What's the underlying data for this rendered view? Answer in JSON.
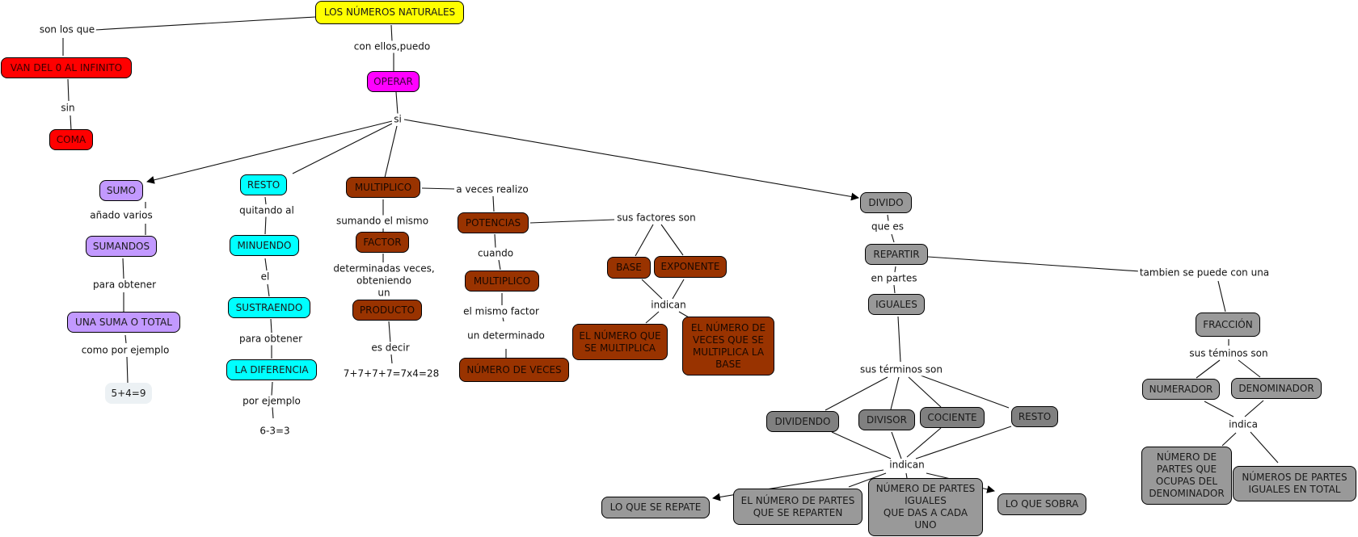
{
  "title": "LOS NÚMEROS NATURALES",
  "colors": {
    "root": "#ffff00",
    "definition": "#ff0000",
    "operate": "#ff00ff",
    "sum": "#c299ff",
    "subtract": "#00ffff",
    "multiply": "#993300",
    "divide": "#999999",
    "example": "#ecf1f4"
  },
  "concepts": {
    "root": "LOS NÚMEROS NATURALES",
    "van": "VAN DEL 0 AL INFINITO",
    "coma": "COMA",
    "operar": "OPERAR",
    "sumo": "SUMO",
    "sumandos": "SUMANDOS",
    "suma_total": "UNA SUMA O TOTAL",
    "ej_suma": "5+4=9",
    "resto": "RESTO",
    "minuendo": "MINUENDO",
    "sustraendo": "SUSTRAENDO",
    "diferencia": "LA DIFERENCIA",
    "multiplico": "MULTIPLICO",
    "factor": "FACTOR",
    "producto": "PRODUCTO",
    "potencias": "POTENCIAS",
    "multiplico2": "MULTIPLICO",
    "num_veces": "NÚMERO DE VECES",
    "base": "BASE",
    "exponente": "EXPONENTE",
    "el_numero": "EL NÚMERO QUE\nSE MULTIPLICA",
    "el_num_veces": "EL NÚMERO DE\nVECES QUE SE\nMULTIPLICA LA\nBASE",
    "divido": "DIVIDO",
    "repartir": "REPARTIR",
    "iguales": "IGUALES",
    "dividendo": "DIVIDENDO",
    "divisor": "DIVISOR",
    "cociente": "COCIENTE",
    "resto_div": "RESTO",
    "lo_que_repate": "LO QUE SE REPATE",
    "num_partes": "EL NÚMERO DE PARTES\nQUE SE REPARTEN",
    "num_partes_iguales": "NÚMERO DE PARTES\nIGUALES\nQUE DAS A CADA\nUNO",
    "lo_que_sobra": "LO QUE SOBRA",
    "fraccion": "FRACCIÓN",
    "numerador": "NUMERADOR",
    "denominador": "DENOMINADOR",
    "num_ocupas": "NÚMERO DE\nPARTES QUE\nOCUPAS DEL\nDENOMINADOR",
    "num_total": "NÚMEROS DE PARTES\nIGUALES EN TOTAL"
  },
  "links": {
    "son_los_que": "son los que",
    "sin": "sin",
    "con_ellos": "con ellos,puedo",
    "si": "si",
    "anado": "añado varios",
    "para_obtener1": "para obtener",
    "como_ejemplo": "como por ejemplo",
    "quitando": "quitando al",
    "el": "el",
    "para_obtener2": "para obtener",
    "por_ejemplo": "por ejemplo",
    "ej_resta": "6-3=3",
    "sumando_mismo": "sumando el mismo",
    "determinadas": "determinadas veces,\nobteniendo\nun",
    "es_decir": "es decir",
    "ej_mult": "7+7+7+7=7x4=28",
    "a_veces": "a veces realizo",
    "cuando": "cuando",
    "mismo_factor": "el mismo factor",
    "un_determinado": "un determinado",
    "sus_factores": "sus factores son",
    "indican_pot": "indican",
    "que_es": "que es",
    "en_partes": "en partes",
    "sus_terminos": "sus términos son",
    "indican_div": "indican",
    "tambien": "tambien se puede con una",
    "sus_teminos": "sus téminos son",
    "indica": "indica"
  }
}
